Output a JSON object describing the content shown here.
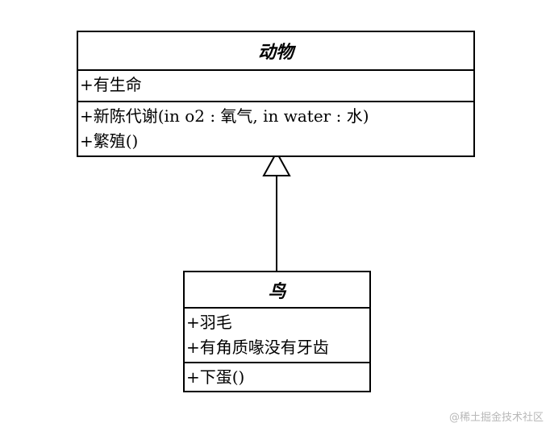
{
  "classes": {
    "animal": {
      "name": "动物",
      "attributes": [
        "+有生命"
      ],
      "operations": [
        "+新陈代谢(in o2 : 氧气, in water : 水)",
        "+繁殖()"
      ]
    },
    "bird": {
      "name": "鸟",
      "attributes": [
        "+羽毛",
        "+有角质喙没有牙齿"
      ],
      "operations": [
        "+下蛋()"
      ]
    }
  },
  "relationships": [
    {
      "type": "generalization",
      "from": "鸟",
      "to": "动物"
    }
  ],
  "watermark": "@稀土掘金技术社区"
}
